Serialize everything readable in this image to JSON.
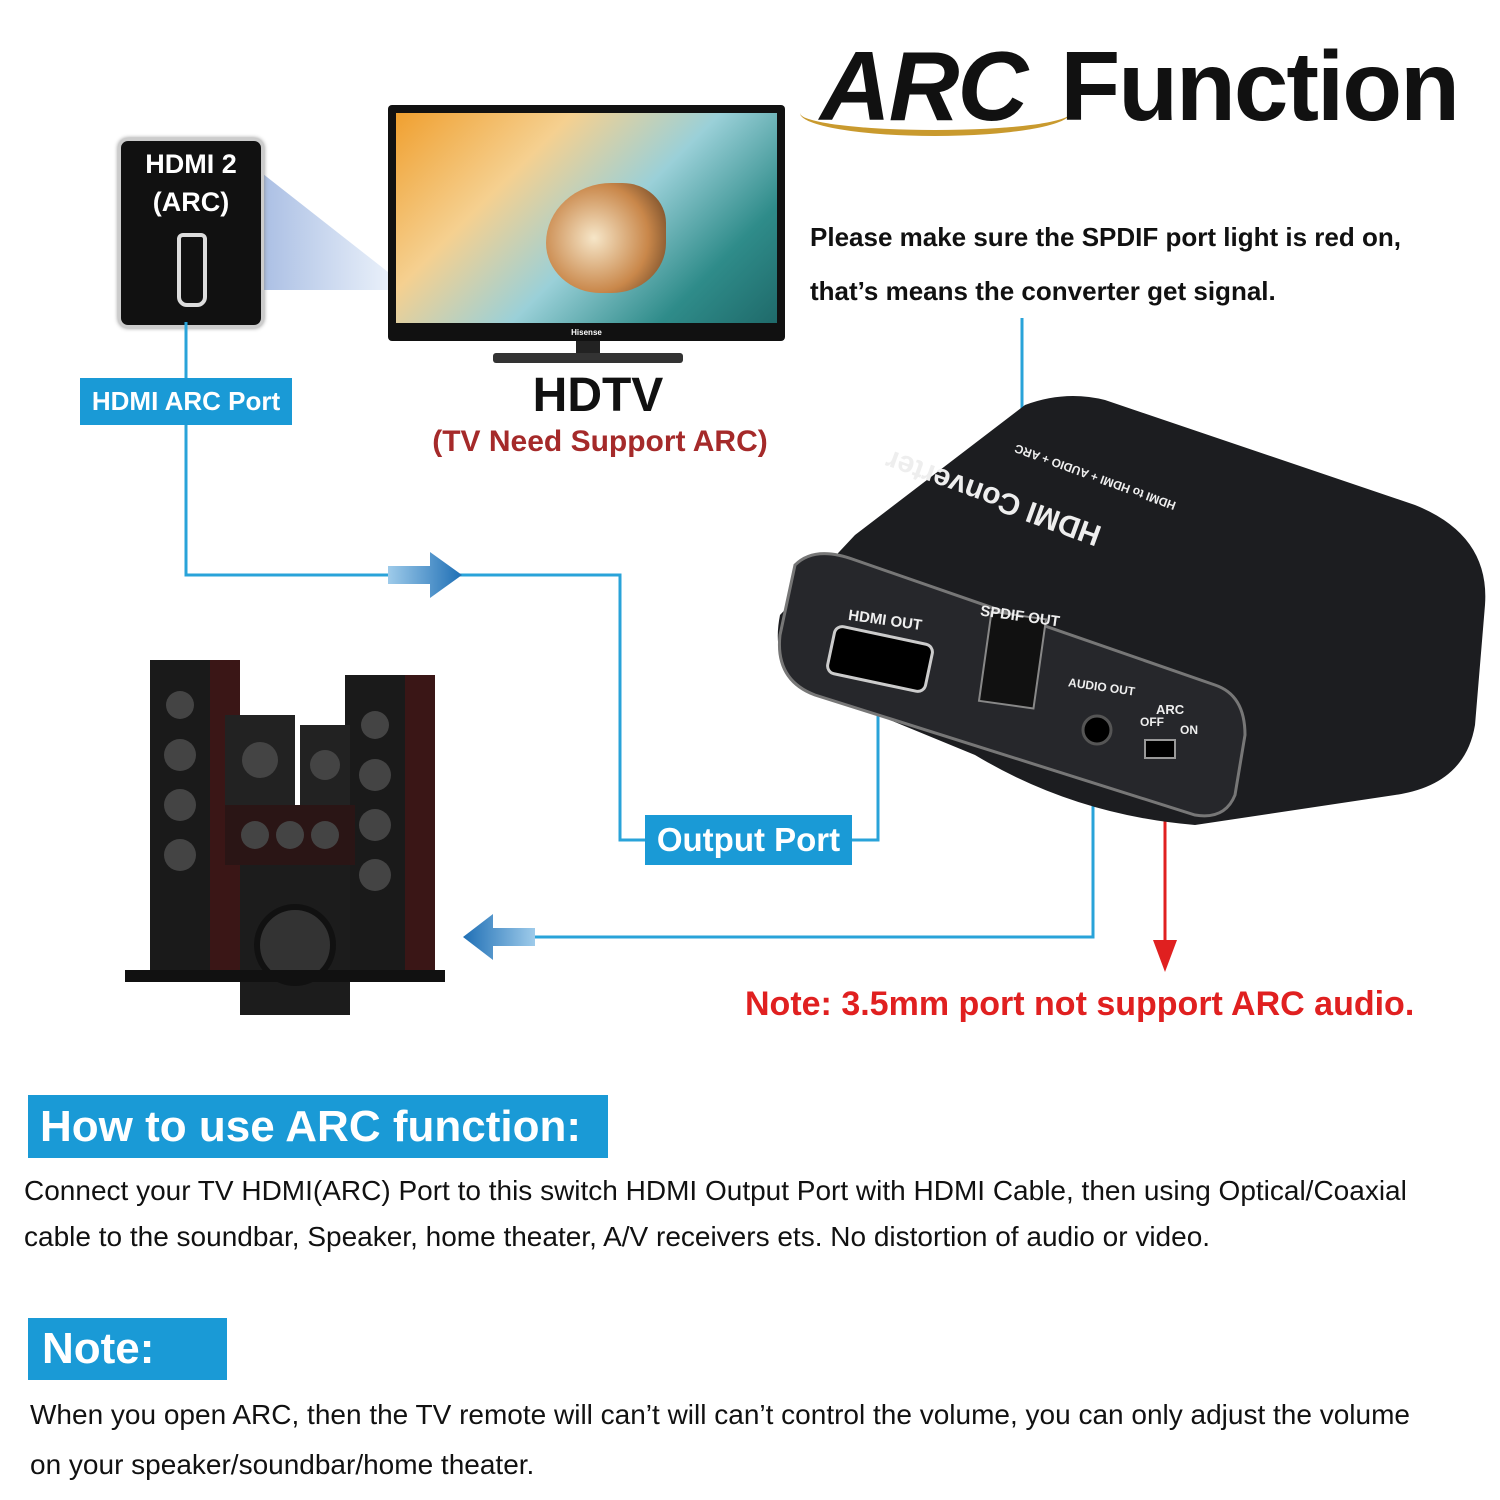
{
  "header": {
    "title_arc": "ARC",
    "title_rest": "Function"
  },
  "hint": {
    "line1": "Please make sure the SPDIF port light is red on,",
    "line2": "that’s means the converter get signal."
  },
  "tv_port_card": {
    "line1": "HDMI 2",
    "line2": "(ARC)"
  },
  "tv": {
    "brand": "Hisense",
    "label": "HDTV",
    "note": "(TV Need Support ARC)"
  },
  "labels": {
    "hdmi_arc_port": "HDMI ARC Port",
    "output_port": "Output Port"
  },
  "device": {
    "name": "HDMI Converter",
    "subtitle": "HDMI to HDMI + AUDIO + ARC",
    "ports": {
      "hdmi_out": "HDMI OUT",
      "spdif_out": "SPDIF OUT",
      "audio_out": "AUDIO OUT",
      "arc": "ARC",
      "off": "OFF",
      "on": "ON"
    }
  },
  "warning": "Note: 3.5mm port not support ARC audio.",
  "howto": {
    "heading": "How to use ARC function:",
    "body": "Connect your TV HDMI(ARC) Port to this switch HDMI Output Port with HDMI Cable, then using Optical/Coaxial cable to the soundbar, Speaker, home theater, A/V receivers ets. No distortion of audio or video."
  },
  "note": {
    "heading": "Note:",
    "body": "When you open ARC, then the TV remote will can’t will can’t control the volume, you can only adjust the volume on your speaker/soundbar/home theater."
  },
  "colors": {
    "accent_blue": "#1a9ad6",
    "line_blue": "#29a3d9",
    "warning_red": "#e02020",
    "tv_note": "#a52a2a",
    "gold": "#c99a2e"
  }
}
